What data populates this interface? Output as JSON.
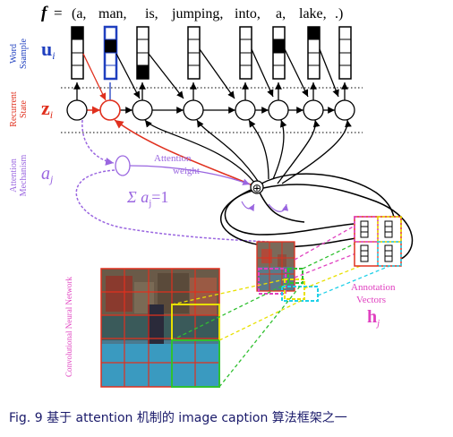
{
  "sentence": {
    "f": "f",
    "equals": "=",
    "words": [
      "(a,",
      "man,",
      "is,",
      "jumping,",
      "into,",
      "a,",
      "lake,",
      ".)"
    ]
  },
  "labels": {
    "word_ssample": [
      "Word",
      "Ssample"
    ],
    "u_main": "u",
    "u_sub": "i",
    "recurrent_state": [
      "Recurrent",
      "State"
    ],
    "z_main": "z",
    "z_sub": "i",
    "attention_mechanism": [
      "Attention",
      "Mechanism"
    ],
    "a_main": "a",
    "a_sub": "j",
    "attention_weight": [
      "Attention",
      "weight"
    ],
    "sum_eq": "Σ a",
    "sum_sub": "j",
    "sum_rhs": "=1",
    "cnn": "Convolutional Neural Network",
    "annotation_vectors": [
      "Annotation",
      "Vectors"
    ],
    "h_main": "h",
    "h_sub": "j",
    "plus": "⊕"
  },
  "caption": "Fig. 9  基于 attention 机制的 image caption 算法框架之一",
  "colors": {
    "blue": "#1f3fbf",
    "red": "#e0301e",
    "purple": "#9a66e0",
    "pink": "#e040c0",
    "yellow": "#e8e000",
    "cyan": "#20d0e8",
    "green": "#30c030"
  }
}
